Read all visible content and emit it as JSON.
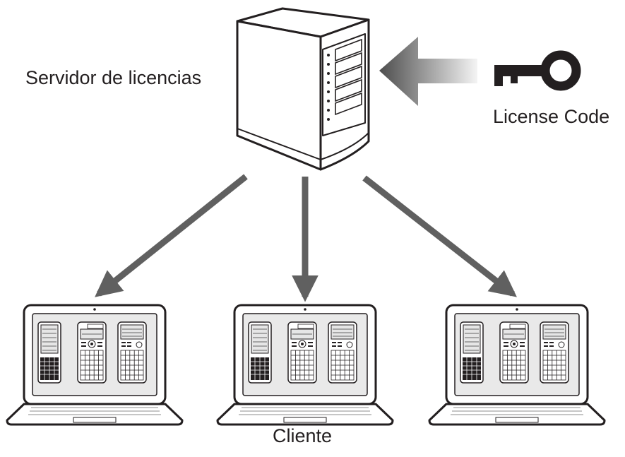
{
  "server": {
    "label": "Servidor de licencias"
  },
  "license": {
    "label": "License Code"
  },
  "clients": {
    "label": "Cliente",
    "count": 3
  },
  "colors": {
    "outline": "#231f20",
    "arrow": "#606060",
    "gradient_dark": "#4d4d4d",
    "gradient_light": "#f4f4f4",
    "screen": "#e9e9e9"
  },
  "icons": [
    "server-icon",
    "key-icon",
    "laptop-icon",
    "calculator-icon"
  ]
}
